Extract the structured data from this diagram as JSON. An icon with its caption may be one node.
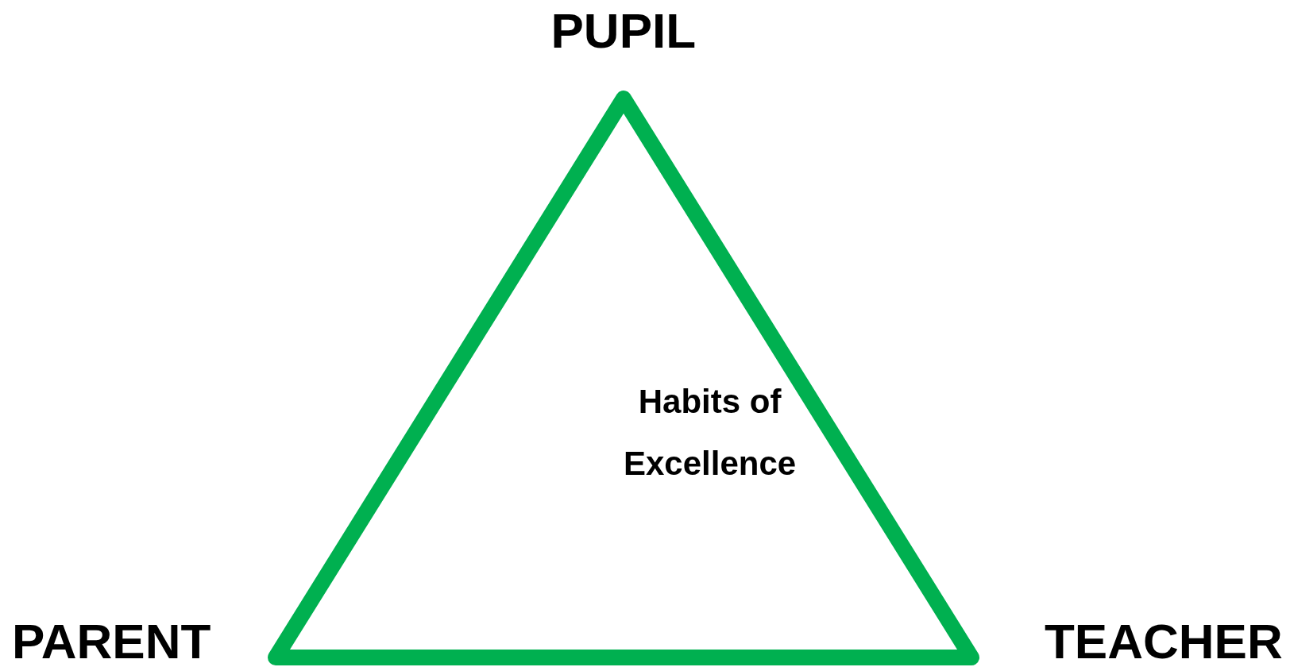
{
  "diagram": {
    "nodes": [
      {
        "text": [
          "Habits of Excellence"
        ]
      }
    ],
    "labels": [
      "PUPIL",
      "PARENT",
      "TEACHER"
    ]
  }
}
